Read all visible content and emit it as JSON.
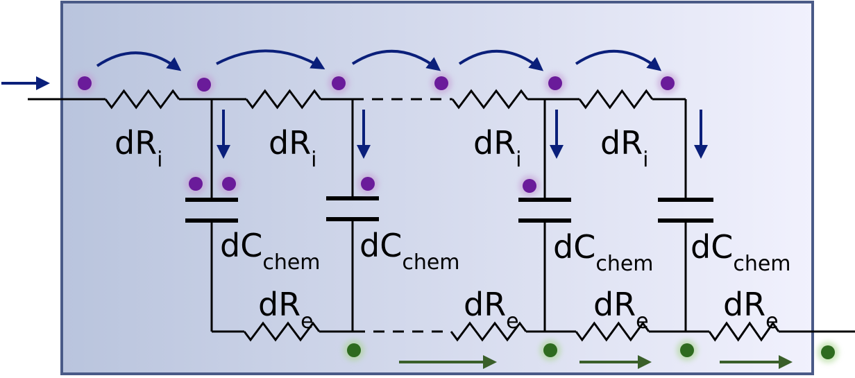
{
  "diagram": {
    "labels": {
      "ionic_resistor": {
        "main": "dR",
        "sub": "i"
      },
      "capacitor": {
        "main": "dC",
        "sub": "chem"
      },
      "electronic_resistor": {
        "main": "dR",
        "sub": "e"
      }
    },
    "colors": {
      "panel_fill_left": "#b9c4dd",
      "panel_fill_right": "#f1f1fd",
      "panel_border": "#4a5a87",
      "wire": "#000000",
      "ion_arrow": "#0a1f7a",
      "ion_dot": "#6a1b9a",
      "ion_glow": "#c39bd3",
      "electron_arrow": "#3a5f2a",
      "electron_dot": "#2e6b1f",
      "electron_glow": "#a8d48c"
    }
  }
}
